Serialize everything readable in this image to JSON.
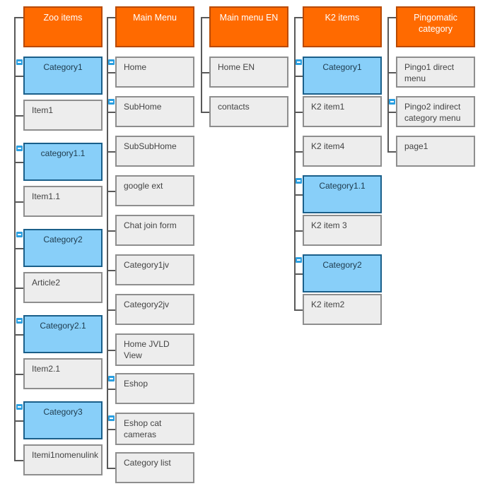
{
  "columns": [
    {
      "key": "zoo-items",
      "header": "Zoo items",
      "nodes": [
        {
          "label": "Category1",
          "type": "category"
        },
        {
          "label": "Item1",
          "type": "item"
        },
        {
          "label": "category1.1",
          "type": "category"
        },
        {
          "label": "Item1.1",
          "type": "item"
        },
        {
          "label": "Category2",
          "type": "category"
        },
        {
          "label": "Article2",
          "type": "item"
        },
        {
          "label": "Category2.1",
          "type": "category"
        },
        {
          "label": "Item2.1",
          "type": "item"
        },
        {
          "label": "Category3",
          "type": "category"
        },
        {
          "label": "Itemi1nomenulink",
          "type": "item"
        }
      ]
    },
    {
      "key": "main-menu",
      "header": "Main Menu",
      "nodes": [
        {
          "label": "Home",
          "type": "item",
          "toggle": true
        },
        {
          "label": "SubHome",
          "type": "item",
          "toggle": true
        },
        {
          "label": "SubSubHome",
          "type": "item"
        },
        {
          "label": "google ext",
          "type": "item"
        },
        {
          "label": "Chat join form",
          "type": "item"
        },
        {
          "label": "Category1jv",
          "type": "item"
        },
        {
          "label": "Category2jv",
          "type": "item"
        },
        {
          "label": "Home JVLD View",
          "type": "item"
        },
        {
          "label": "Eshop",
          "type": "item",
          "toggle": true
        },
        {
          "label": "Eshop cat cameras",
          "type": "item",
          "toggle": true
        },
        {
          "label": "Category list",
          "type": "item"
        }
      ]
    },
    {
      "key": "main-menu-en",
      "header": "Main menu EN",
      "nodes": [
        {
          "label": "Home EN",
          "type": "item"
        },
        {
          "label": "contacts",
          "type": "item"
        }
      ]
    },
    {
      "key": "k2-items",
      "header": "K2 items",
      "nodes": [
        {
          "label": "Category1",
          "type": "category"
        },
        {
          "label": "K2 item1",
          "type": "item"
        },
        {
          "label": "K2 item4",
          "type": "item"
        },
        {
          "label": "Category1.1",
          "type": "category"
        },
        {
          "label": "K2 item 3",
          "type": "item"
        },
        {
          "label": "Category2",
          "type": "category"
        },
        {
          "label": "K2 item2",
          "type": "item"
        }
      ]
    },
    {
      "key": "pingomatic-category",
      "header": "Pingomatic category",
      "nodes": [
        {
          "label": "Pingo1 direct menu",
          "type": "item"
        },
        {
          "label": "Pingo2 indirect category menu",
          "type": "item",
          "toggle": true
        },
        {
          "label": "page1",
          "type": "item"
        }
      ]
    }
  ],
  "colors": {
    "header_bg": "#ff6a00",
    "category_bg": "#88cff9",
    "item_bg": "#ededed",
    "toggle": "#2b9fe0",
    "connector": "#595959"
  }
}
